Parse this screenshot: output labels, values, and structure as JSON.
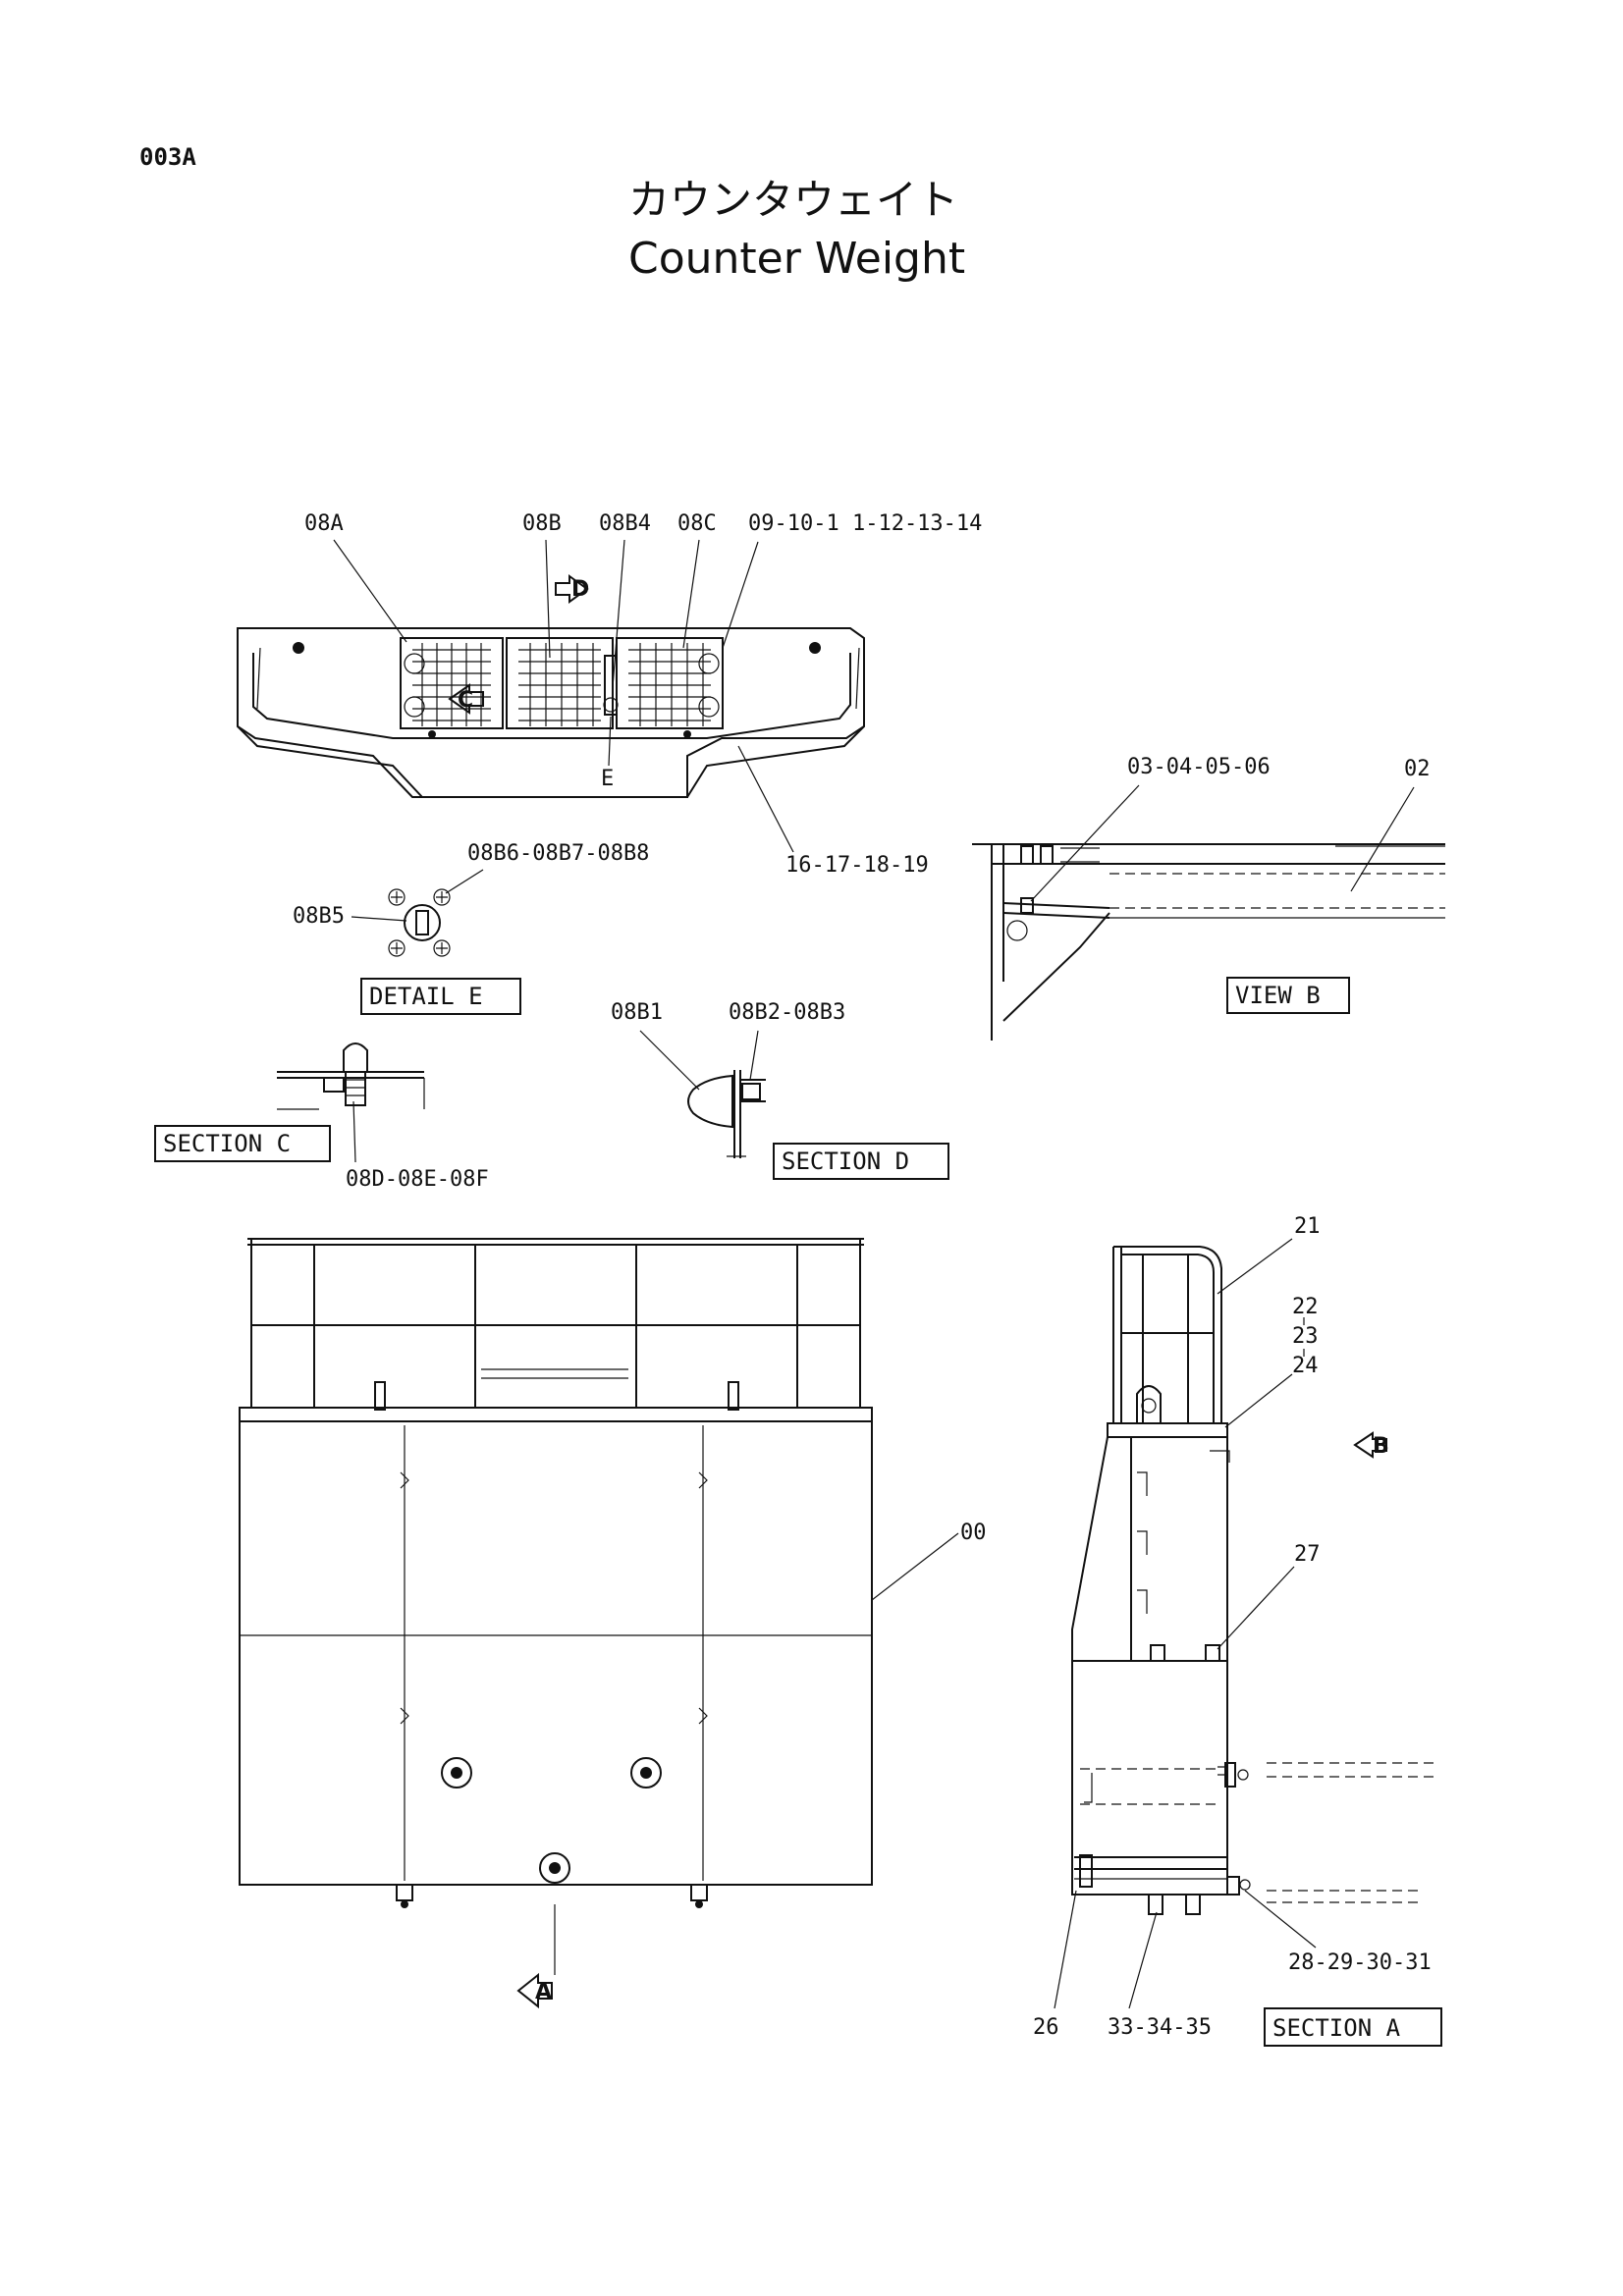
{
  "page_code": "003A",
  "title_jp": "カウンタウェイト",
  "title_en": "Counter Weight",
  "callouts": {
    "c08A": "08A",
    "c08B": "08B",
    "c08B4": "08B4",
    "c08C": "08C",
    "c09_14": "09-10-1 1-12-13-14",
    "cE": "E",
    "c16_19": "16-17-18-19",
    "c03_06": "03-04-05-06",
    "c02": "02",
    "c08B6_08B8": "08B6-08B7-08B8",
    "c08B5": "08B5",
    "c08B1": "08B1",
    "c08B2_08B3": "08B2-08B3",
    "c08D_08F": "08D-08E-08F",
    "c00": "00",
    "c21": "21",
    "c22": "22",
    "c23": "23",
    "c24": "24",
    "c27": "27",
    "c26": "26",
    "c33_35": "33-34-35",
    "c28_31": "28-29-30-31"
  },
  "view_labels": {
    "detail_e": "DETAIL  E",
    "view_b": "VIEW  B",
    "section_c": "SECTION  C",
    "section_d": "SECTION  D",
    "section_a": "SECTION  A"
  },
  "view_arrows": {
    "a": "A",
    "b": "B",
    "c": "C",
    "d": "D"
  }
}
